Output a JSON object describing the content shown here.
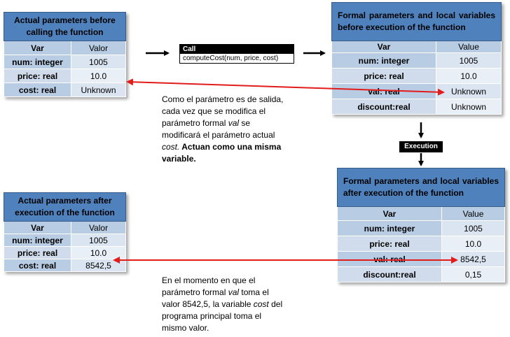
{
  "before_actual": {
    "title": "Actual parameters  before calling the function",
    "col_var": "Var",
    "col_val": "Valor",
    "rows": [
      {
        "var": "num: integer",
        "val": "1005"
      },
      {
        "var": "price: real",
        "val": "10.0"
      },
      {
        "var": "cost: real",
        "val": "Unknown"
      }
    ]
  },
  "call": {
    "label": "Call",
    "signature": "computeCost(num, price, cost)"
  },
  "before_formal": {
    "title": "Formal parameters and local variables before execution of the function",
    "col_var": "Var",
    "col_val": "Value",
    "rows": [
      {
        "var": "num: integer",
        "val": "1005"
      },
      {
        "var": "price: real",
        "val": "10.0"
      },
      {
        "var": "val: real",
        "val": "Unknown"
      },
      {
        "var": "discount:real",
        "val": "Unknown"
      }
    ]
  },
  "note_top": {
    "line1": "Como el parámetro es de salida,",
    "line2": "cada vez que se modifica el",
    "line3_a": "parámetro formal ",
    "line3_em": "val",
    "line3_b": " se",
    "line4": "modificará  el parámetro actual",
    "line5_em": "cost.",
    "line5_bold": " Actuan como una misma",
    "line6_bold": "variable."
  },
  "execution": {
    "label": "Execution"
  },
  "after_formal": {
    "title": "Formal parameters and local variables after execution of the function",
    "col_var": "Var",
    "col_val": "Value",
    "rows": [
      {
        "var": "num: integer",
        "val": "1005"
      },
      {
        "var": "price: real",
        "val": "10.0"
      },
      {
        "var": "val: real",
        "val": "8542,5"
      },
      {
        "var": "discount:real",
        "val": "0,15"
      }
    ]
  },
  "after_actual": {
    "title": "Actual parameters  after execution of the function",
    "col_var": "Var",
    "col_val": "Valor",
    "rows": [
      {
        "var": "num: integer",
        "val": "1005"
      },
      {
        "var": "price: real",
        "val": "10.0"
      },
      {
        "var": "cost: real",
        "val": "8542,5"
      }
    ]
  },
  "note_bottom": {
    "line1": "En el momento en que el",
    "line2_a": "parámetro formal ",
    "line2_em": "val",
    "line2_b": "  toma el",
    "line3_a": "valor 8542,5, la variable ",
    "line3_em": "cost",
    "line3_b": " del",
    "line4": "programa principal  toma el",
    "line5": "mismo valor."
  },
  "colors": {
    "header": "#4f81bd",
    "cell_dark": "#b8cce4",
    "cell_light": "#dbe5f1",
    "link_arrow": "#e21b1b",
    "flow_arrow": "#000000"
  }
}
